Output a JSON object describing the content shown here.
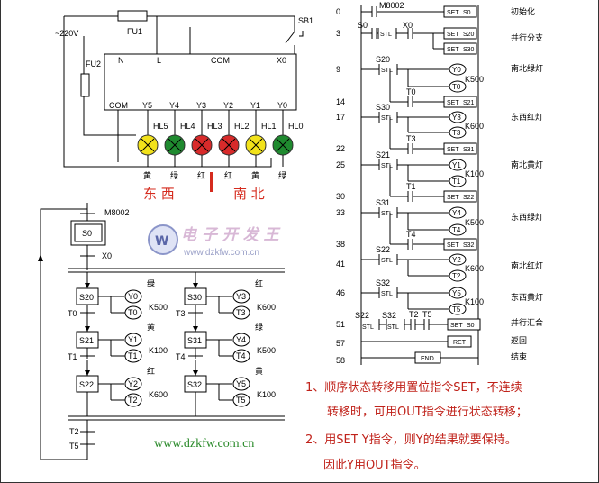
{
  "wiring": {
    "supply": "~220V",
    "fu1": "FU1",
    "fu2": "FU2",
    "sb1": "SB1",
    "n": "N",
    "l": "L",
    "com_top": "COM",
    "x0": "X0",
    "com_bottom": "COM",
    "outputs": [
      "Y5",
      "Y4",
      "Y3",
      "Y2",
      "Y1",
      "Y0"
    ],
    "lamps": [
      "HL5",
      "HL4",
      "HL3",
      "HL2",
      "HL1",
      "HL0"
    ],
    "lamp_colors": [
      "#f2e21a",
      "#1f8a2f",
      "#d82a2a",
      "#d82a2a",
      "#f2e21a",
      "#1f8a2f"
    ],
    "lamp_color_labels": [
      "黄",
      "绿",
      "红",
      "红",
      "黄",
      "绿"
    ],
    "direction_ew": "东 西",
    "direction_ns": "南 北"
  },
  "sfc": {
    "m8002": "M8002",
    "s0": "S0",
    "x0": "X0",
    "left": [
      {
        "step": "S20",
        "out1": "Y0",
        "out2": "T0",
        "k": "K500",
        "color": "绿",
        "trans": "T0"
      },
      {
        "step": "S21",
        "out1": "Y1",
        "out2": "T1",
        "k": "K100",
        "color": "黄",
        "trans": "T1"
      },
      {
        "step": "S22",
        "out1": "Y2",
        "out2": "T2",
        "k": "K600",
        "color": "红",
        "trans": ""
      }
    ],
    "right": [
      {
        "step": "S30",
        "out1": "Y3",
        "out2": "T3",
        "k": "K600",
        "color": "红",
        "trans": "T3"
      },
      {
        "step": "S31",
        "out1": "Y4",
        "out2": "T4",
        "k": "K500",
        "color": "绿",
        "trans": "T4"
      },
      {
        "step": "S32",
        "out1": "Y5",
        "out2": "T5",
        "k": "K100",
        "color": "黄",
        "trans": ""
      }
    ],
    "t2": "T2",
    "t5": "T5"
  },
  "ladder": {
    "steps": [
      "0",
      "3",
      "9",
      "14",
      "17",
      "22",
      "25",
      "30",
      "33",
      "38",
      "41",
      "46",
      "51",
      "57",
      "58"
    ],
    "comments": [
      "初始化",
      "并行分支",
      "南北绿灯",
      "东西红灯",
      "南北黄灯",
      "东西绿灯",
      "南北红灯",
      "东西黄灯",
      "并行汇合",
      "返回",
      "结束"
    ],
    "labels": {
      "m8002": "M8002",
      "s0": "S0",
      "x0": "X0",
      "s20": "S20",
      "s21": "S21",
      "s22": "S22",
      "s30": "S30",
      "s31": "S31",
      "s32": "S32",
      "y0": "Y0",
      "y1": "Y1",
      "y2": "Y2",
      "y3": "Y3",
      "y4": "Y4",
      "y5": "Y5",
      "t0": "T0",
      "t1": "T1",
      "t2": "T2",
      "t3": "T3",
      "t4": "T4",
      "t5": "T5",
      "k500": "K500",
      "k600": "K600",
      "k100": "K100",
      "set": "SET",
      "stl": "STL",
      "ret": "RET",
      "end": "END"
    }
  },
  "watermark": {
    "title": "电 子 开 发 王",
    "url": "www.dzkfw.com.cn"
  },
  "footer_url": "www.dzkfw.com.cn",
  "notes": [
    "1、顺序状态转移用置位指令SET，不连续",
    "转移时，可用OUT指令进行状态转移；",
    "2、用SET Y指令，则Y的结果就要保持。",
    "因此Y用OUT指令。"
  ]
}
